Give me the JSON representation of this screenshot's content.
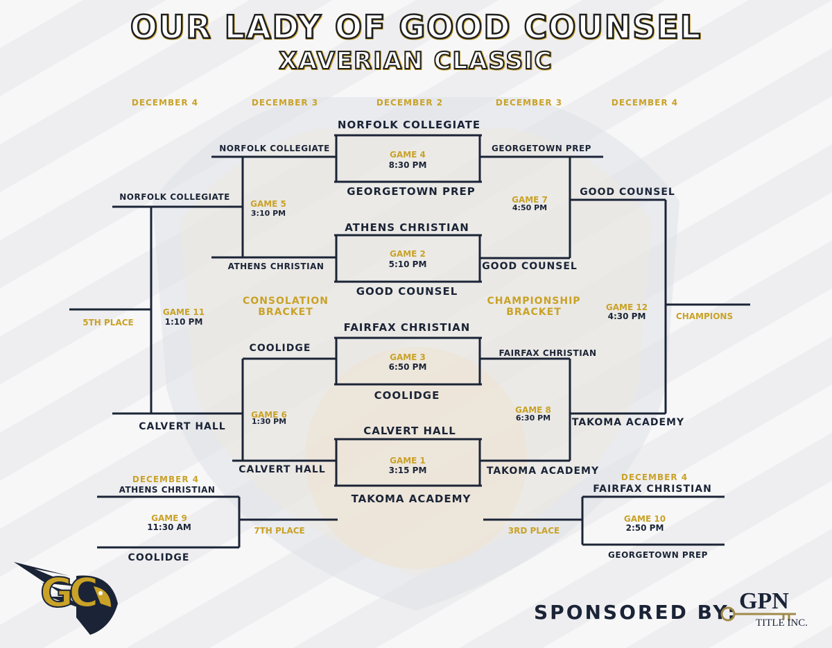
{
  "header": {
    "title": "OUR LADY OF GOOD COUNSEL",
    "subtitle": "XAVERIAN CLASSIC"
  },
  "dates": {
    "col1": "DECEMBER 4",
    "col2": "DECEMBER 3",
    "col3": "DECEMBER 2",
    "col4": "DECEMBER 3",
    "col5": "DECEMBER 4"
  },
  "games": {
    "g1": {
      "label": "GAME 1",
      "time": "3:15 PM",
      "top": "CALVERT HALL",
      "bottom": "TAKOMA ACADEMY"
    },
    "g2": {
      "label": "GAME 2",
      "time": "5:10 PM",
      "top": "ATHENS CHRISTIAN",
      "bottom": "GOOD COUNSEL"
    },
    "g3": {
      "label": "GAME 3",
      "time": "6:50 PM",
      "top": "FAIRFAX CHRISTIAN",
      "bottom": "COOLIDGE"
    },
    "g4": {
      "label": "GAME 4",
      "time": "8:30 PM",
      "top": "NORFOLK COLLEGIATE",
      "bottom": "GEORGETOWN PREP"
    },
    "g5": {
      "label": "GAME 5",
      "time": "3:10 PM",
      "top": "NORFOLK COLLEGIATE",
      "bottom": "ATHENS CHRISTIAN"
    },
    "g6": {
      "label": "GAME 6",
      "time": "1:30 PM",
      "top": "COOLIDGE",
      "bottom": "CALVERT HALL"
    },
    "g7": {
      "label": "GAME 7",
      "time": "4:50 PM",
      "top": "GEORGETOWN PREP",
      "bottom": "GOOD COUNSEL"
    },
    "g8": {
      "label": "GAME 8",
      "time": "6:30 PM",
      "top": "FAIRFAX CHRISTIAN",
      "bottom": "TAKOMA ACADEMY"
    },
    "g9": {
      "label": "GAME 9",
      "time": "11:30 AM",
      "top": "ATHENS CHRISTIAN",
      "bottom": "COOLIDGE",
      "date": "DECEMBER 4",
      "result": "7TH PLACE"
    },
    "g10": {
      "label": "GAME 10",
      "time": "2:50 PM",
      "top": "FAIRFAX CHRISTIAN",
      "bottom": "GEORGETOWN PREP",
      "date": "DECEMBER 4",
      "result": "3RD PLACE"
    },
    "g11": {
      "label": "GAME 11",
      "time": "1:10 PM",
      "top": "NORFOLK COLLEGIATE",
      "bottom": "CALVERT HALL",
      "result": "5TH PLACE"
    },
    "g12": {
      "label": "GAME 12",
      "time": "4:30 PM",
      "top": "GOOD COUNSEL",
      "bottom": "TAKOMA ACADEMY",
      "result": "CHAMPIONS"
    }
  },
  "brackets": {
    "consolation": [
      "CONSOLATION",
      "BRACKET"
    ],
    "championship": [
      "CHAMPIONSHIP",
      "BRACKET"
    ]
  },
  "logo": {
    "letters": "GC"
  },
  "sponsor": {
    "label": "SPONSORED BY:",
    "name": "GPN",
    "sub": "TITLE INC."
  },
  "colors": {
    "navy": "#1b2436",
    "gold": "#c9a227"
  }
}
